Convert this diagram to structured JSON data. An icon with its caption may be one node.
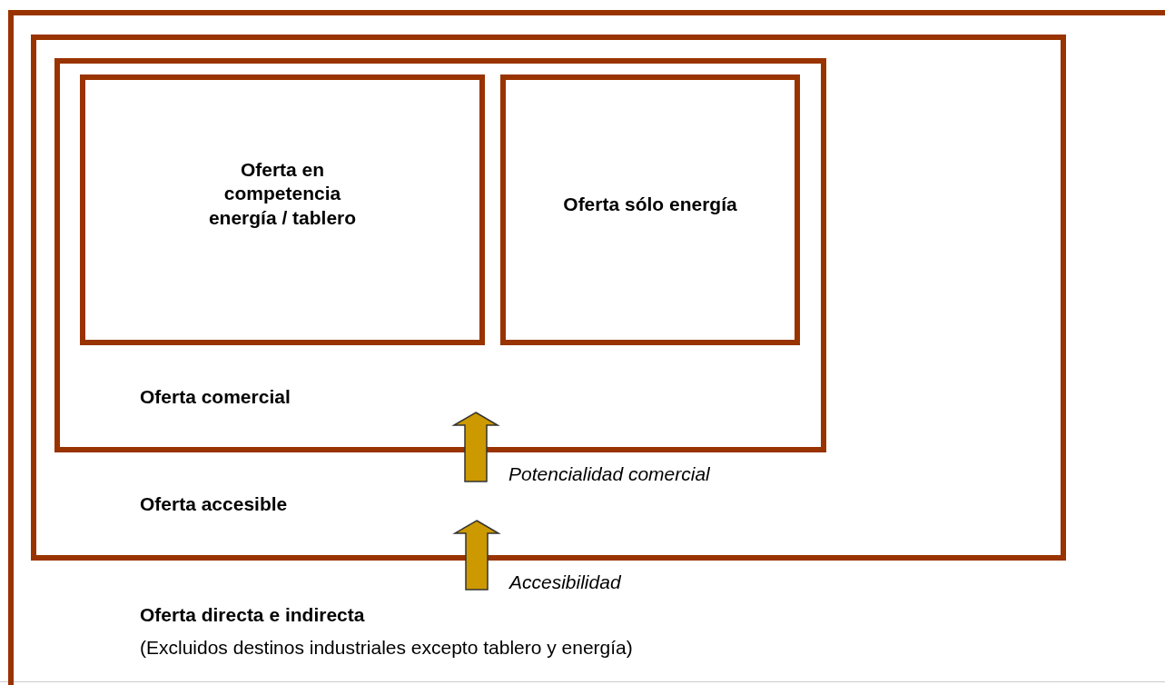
{
  "diagram": {
    "nodes": [
      {
        "text": [
          "Oferta directa e indirecta",
          "(Excluidos destinos industriales excepto tablero y energía)"
        ]
      },
      {
        "text": [
          "Oferta accesible"
        ],
        "in": 0
      },
      {
        "text": [
          "Oferta comercial"
        ],
        "in": 1
      },
      {
        "text": [
          "Oferta en competencia energía / tablero"
        ],
        "in": 2
      },
      {
        "text": [
          "Oferta sólo energía"
        ],
        "in": 2
      }
    ],
    "edges": [
      {
        "from": 0,
        "to": 1,
        "arrow": "to",
        "label": "Accesibilidad"
      },
      {
        "from": 1,
        "to": 2,
        "arrow": "to",
        "label": "Potencialidad comercial"
      }
    ]
  }
}
